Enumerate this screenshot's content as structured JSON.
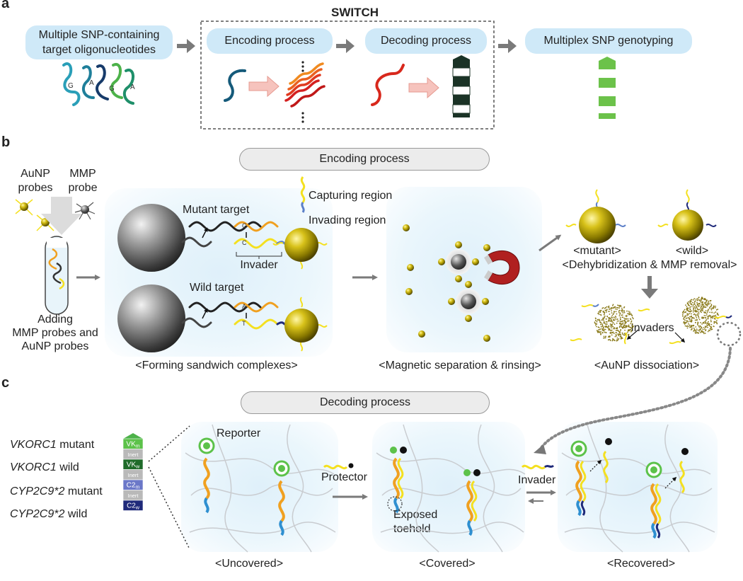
{
  "panel_letters": {
    "a": "a",
    "b": "b",
    "c": "c"
  },
  "panel_a": {
    "switch_label": "SWITCH",
    "step1_line1": "Multiple SNP-containing",
    "step1_line2": "target oligonucleotides",
    "step2": "Encoding process",
    "step3": "Decoding process",
    "step4": "Multiplex SNP genotyping",
    "base_letters": [
      "G",
      "A",
      "G",
      "A"
    ]
  },
  "panel_b": {
    "header": "Encoding process",
    "auNP_line1": "AuNP",
    "auNP_line2": "probes",
    "mmp_line1": "MMP",
    "mmp_line2": "probe",
    "adding_line1": "Adding",
    "adding_line2": "MMP probes and",
    "adding_line3": "AuNP probes",
    "mutant_target": "Mutant target",
    "wild_target": "Wild target",
    "invader": "Invader",
    "capturing_region": "Capturing region",
    "invading_region": "Invading region",
    "mutant_bases": [
      "G",
      "C"
    ],
    "wild_bases": [
      "A",
      "T"
    ],
    "caption_sandwich": "<Forming sandwich complexes>",
    "caption_magnetic": "<Magnetic separation & rinsing>",
    "mutant": "<mutant>",
    "wild": "<wild>",
    "dehyb": "<Dehybridization & MMP removal>",
    "invaders": "Invaders",
    "caption_dissoc": "<AuNP dissociation>"
  },
  "panel_c": {
    "header": "Decoding process",
    "legend": [
      {
        "gene": "VKORC1",
        "rest": " mutant"
      },
      {
        "gene": "VKORC1",
        "rest": " wild"
      },
      {
        "gene": "CYP2C9*2",
        "rest": " mutant"
      },
      {
        "gene": "CYP2C9*2",
        "rest": " wild"
      }
    ],
    "stack": [
      {
        "label": "VK",
        "sub": "m",
        "color": "#5cc24a"
      },
      {
        "label": "Inert",
        "sub": "",
        "color": "#b9b9b9"
      },
      {
        "label": "VK",
        "sub": "w",
        "color": "#1f6b2a"
      },
      {
        "label": "Inert",
        "sub": "",
        "color": "#b9b9b9"
      },
      {
        "label": "C2",
        "sub": "m",
        "color": "#6b78c8"
      },
      {
        "label": "Inert",
        "sub": "",
        "color": "#b9b9b9"
      },
      {
        "label": "C2",
        "sub": "w",
        "color": "#1f2a7a"
      }
    ],
    "reporter": "Reporter",
    "protector": "Protector",
    "exposed_line1": "Exposed",
    "exposed_line2": "toehold",
    "invader": "Invader",
    "uncovered": "<Uncovered>",
    "covered": "<Covered>",
    "recovered": "<Recovered>"
  },
  "colors": {
    "pill_blue": "#cfe9f8",
    "arrow_gray": "#7a7a7a",
    "gold": "#c8a800",
    "reporter_orange": "#f0a020",
    "toehold_blue": "#2e8fd0",
    "invader_yellow": "#f4e020",
    "green": "#5cc24a",
    "green_dark": "#1f4d2a",
    "magnet_red": "#b02020"
  }
}
